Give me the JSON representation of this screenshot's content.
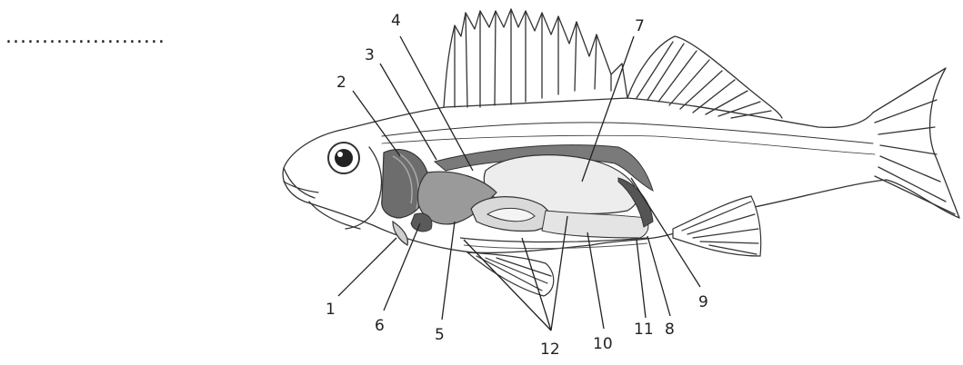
{
  "answer_blank": "......................",
  "labels": {
    "l1": "1",
    "l2": "2",
    "l3": "3",
    "l4": "4",
    "l5": "5",
    "l6": "6",
    "l7": "7",
    "l8": "8",
    "l9": "9",
    "l10": "10",
    "l11": "11",
    "l12": "12"
  }
}
